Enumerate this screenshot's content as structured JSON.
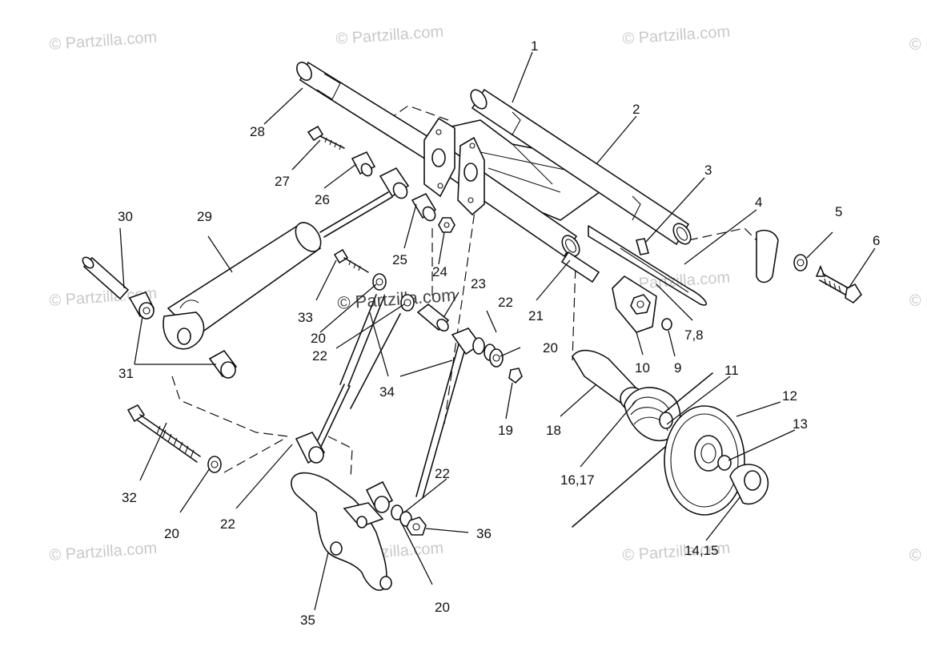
{
  "watermark": "© Partzilla.com",
  "callouts": [
    "1",
    "2",
    "3",
    "4",
    "5",
    "6",
    "7,8",
    "9",
    "10",
    "11",
    "12",
    "13",
    "14,15",
    "16,17",
    "18",
    "19",
    "20",
    "21",
    "22",
    "23",
    "24",
    "25",
    "26",
    "27",
    "28",
    "29",
    "30",
    "31",
    "32",
    "33",
    "34",
    "35",
    "36"
  ]
}
